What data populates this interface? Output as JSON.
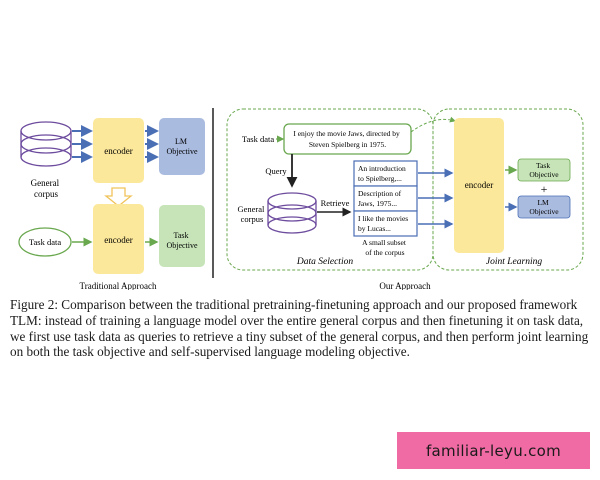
{
  "figure": {
    "left": {
      "general_corpus": [
        "General",
        "corpus"
      ],
      "encoder_top": "encoder",
      "lm_objective": [
        "LM",
        "Objective"
      ],
      "task_data": "Task data",
      "encoder_bottom": "encoder",
      "task_objective": [
        "Task",
        "Objective"
      ],
      "panel_label": "Traditional Approach"
    },
    "right": {
      "task_data_label": "Task data",
      "task_text": [
        "I enjoy the movie Jaws, directed by",
        "Steven Spielberg in 1975."
      ],
      "query_label": "Query",
      "general_corpus": [
        "General",
        "corpus"
      ],
      "retrieve_label": "Retrieve",
      "snippets": [
        [
          "An introduction",
          "to Spielberg,..."
        ],
        [
          "Description of",
          "Jaws, 1975..."
        ],
        [
          "I like the movies",
          "by Lucas..."
        ]
      ],
      "subset_label": [
        "A small subset",
        "of the corpus"
      ],
      "data_selection_label": "Data Selection",
      "encoder": "encoder",
      "task_objective": [
        "Task",
        "Objective"
      ],
      "plus": "+",
      "lm_objective": [
        "LM",
        "Objective"
      ],
      "joint_learning_label": "Joint Learning",
      "panel_label": "Our Approach"
    }
  },
  "caption": "Figure 2: Comparison between the traditional pretraining-finetuning approach and our proposed framework TLM: instead of training a language model over the entire general corpus and then finetuning it on task data, we first use task data as queries to retrieve a tiny subset of the general corpus, and then perform joint learning on both the task objective and self-supervised language modeling objective.",
  "watermark": "familiar-leyu.com",
  "colors": {
    "encoder_fill": "#fce89a",
    "lm_fill": "#aabbe0",
    "task_fill": "#c6e4b8",
    "purple": "#6d4c9e",
    "green": "#6aa84f",
    "blue_arrow": "#4a6fb5"
  }
}
